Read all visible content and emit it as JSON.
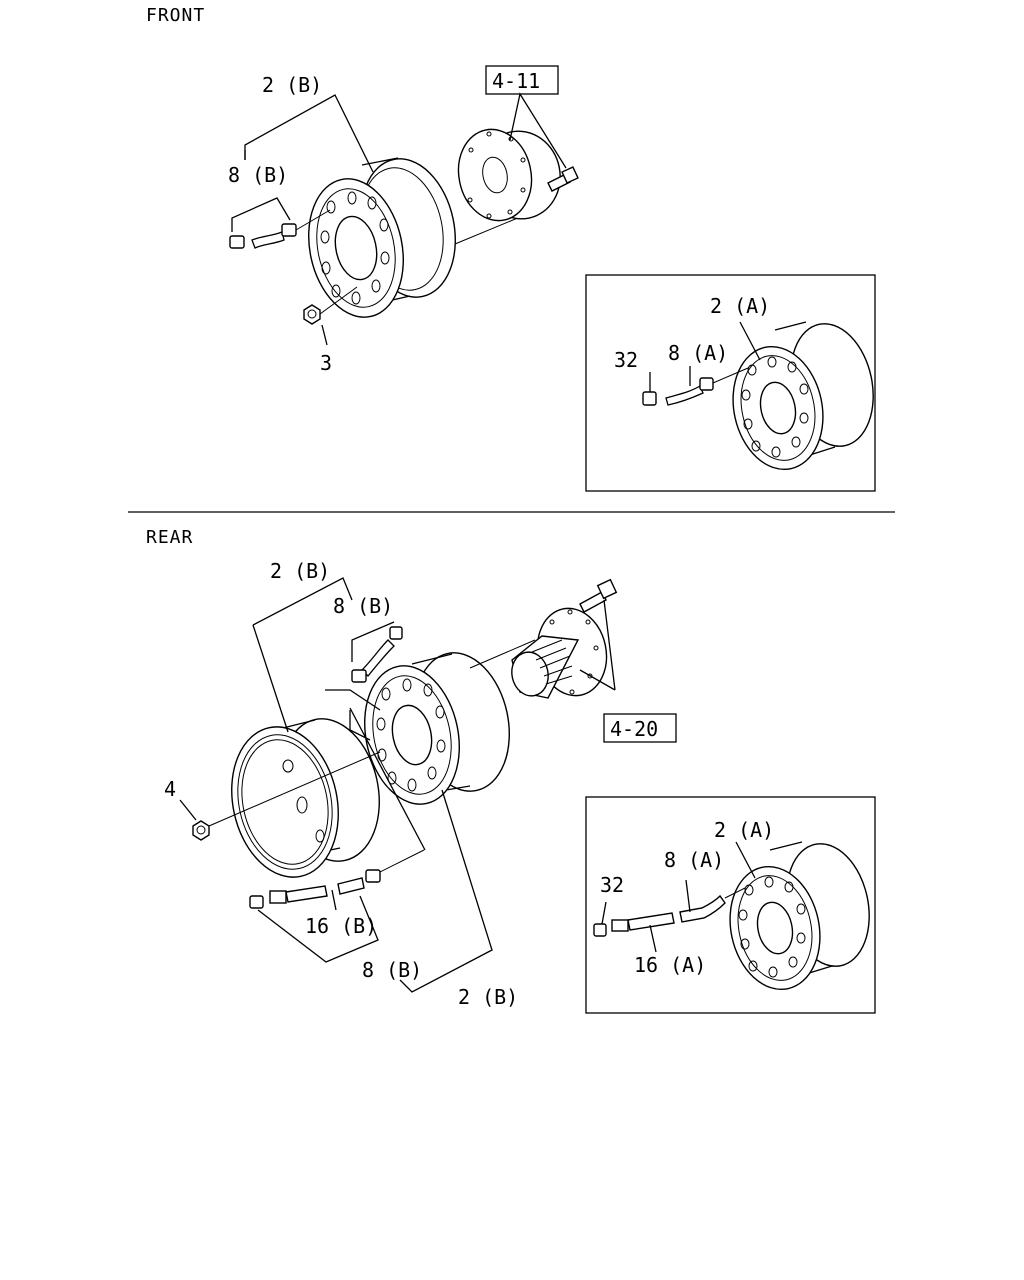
{
  "sections": {
    "front": "FRONT",
    "rear": "REAR"
  },
  "front": {
    "wheel_assembly": "2 (B)",
    "valve": "8 (B)",
    "nut": "3",
    "ref_hub": "4-11",
    "inset": {
      "wheel_assembly": "2 (A)",
      "valve": "8 (A)",
      "cap": "32"
    }
  },
  "rear": {
    "wheel_assembly_top": "2 (B)",
    "valve_top": "8 (B)",
    "nut": "4",
    "extension": "16 (B)",
    "valve_bottom": "8 (B)",
    "wheel_assembly_bottom": "2 (B)",
    "ref_hub": "4-20",
    "inset": {
      "wheel_assembly": "2 (A)",
      "valve": "8 (A)",
      "cap": "32",
      "extension": "16 (A)"
    }
  }
}
